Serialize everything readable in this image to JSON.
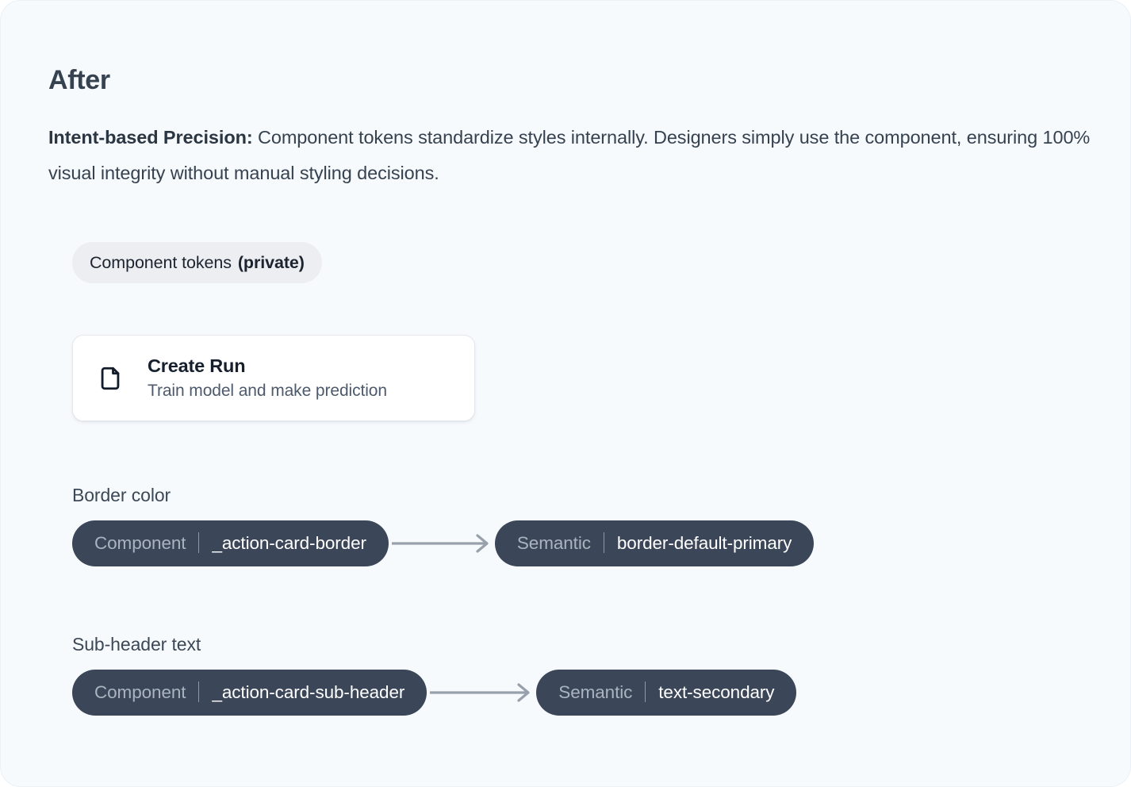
{
  "section": {
    "title": "After",
    "description_lead": "Intent-based Precision:",
    "description_body": " Component tokens standardize styles internally. Designers simply use the component, ensuring 100% visual integrity without manual styling decisions."
  },
  "group_badge": {
    "label": "Component tokens",
    "qualifier": "(private)"
  },
  "action_card": {
    "icon": "file-icon",
    "title": "Create Run",
    "subtitle": "Train model and make prediction"
  },
  "mappings": [
    {
      "label": "Border color",
      "source": {
        "tier": "Component",
        "token": "_action-card-border"
      },
      "target": {
        "tier": "Semantic",
        "token": "border-default-primary"
      },
      "arrow": "arrow-right-icon"
    },
    {
      "label": "Sub-header text",
      "source": {
        "tier": "Component",
        "token": "_action-card-sub-header"
      },
      "target": {
        "tier": "Semantic",
        "token": "text-secondary"
      },
      "arrow": "arrow-right-icon"
    }
  ],
  "colors": {
    "page_background": "#f7fafd",
    "pill_background": "#3b4658",
    "pill_tier_text": "#aab3bf",
    "pill_token_text": "#ffffff",
    "badge_background": "#eceef1",
    "card_background": "#ffffff",
    "arrow": "#97a0ab",
    "heading_text": "#36424f"
  }
}
